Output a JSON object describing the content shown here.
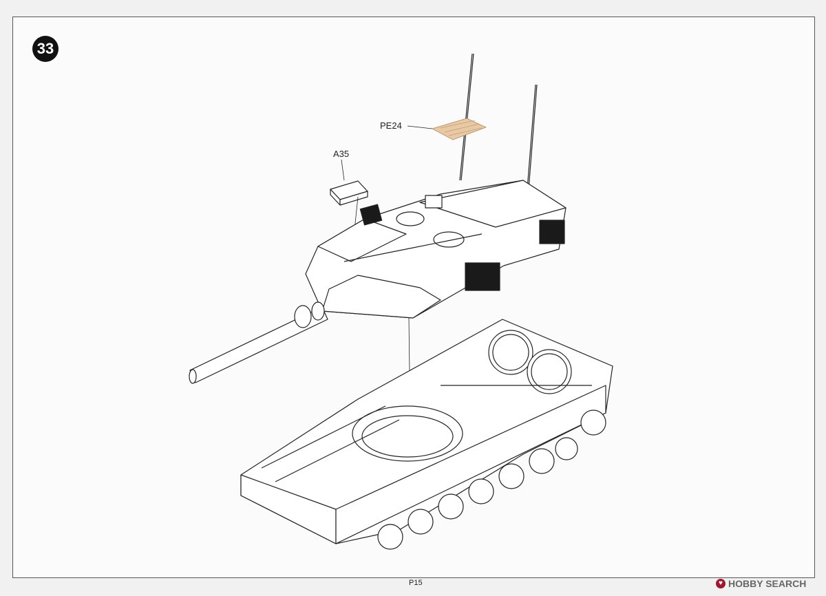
{
  "step": {
    "number": "33"
  },
  "callouts": {
    "a35": "A35",
    "pe24": "PE24"
  },
  "footer": {
    "page": "P15"
  },
  "watermark": {
    "brand": "HOBBY SEARCH",
    "logo_icon": "hobby-search-logo-icon"
  },
  "colors": {
    "line": "#222222",
    "photo_etch": "#e8c9a3",
    "badge": "#111111"
  }
}
